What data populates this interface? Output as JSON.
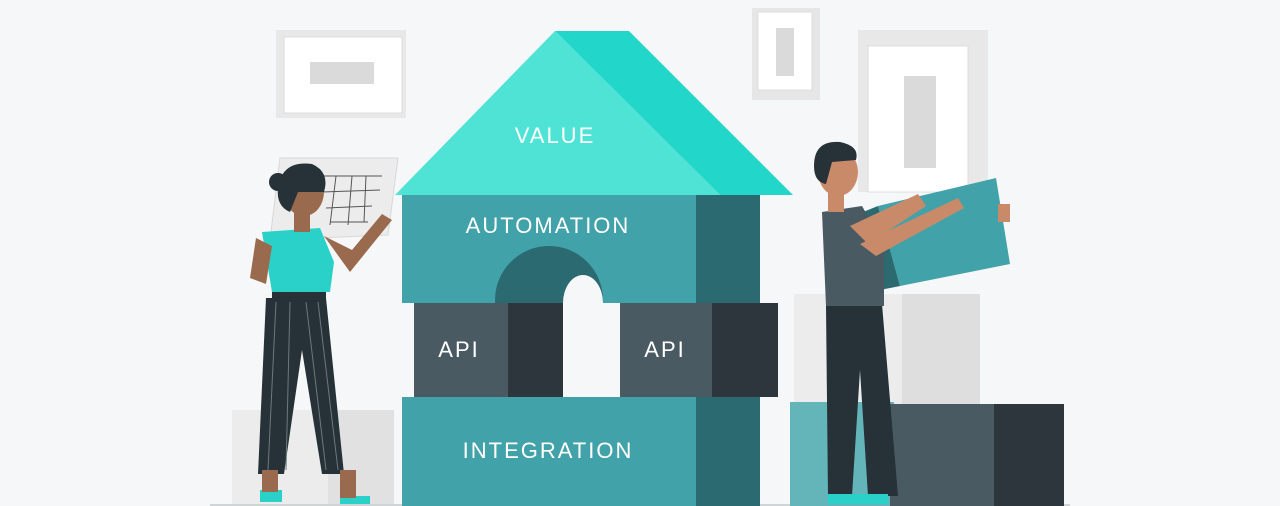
{
  "house": {
    "roof_label": "VALUE",
    "middle_label": "AUTOMATION",
    "api_left_label": "API",
    "api_right_label": "API",
    "base_label": "INTEGRATION"
  },
  "colors": {
    "background": "#f6f7f8",
    "roof_teal": "#4fe3d6",
    "block_teal": "#41a2a9",
    "block_teal_shadow": "#2a6a70",
    "api_slate": "#4a5a63",
    "api_slate_shadow": "#2d363c",
    "shirt_teal": "#2ad1c8",
    "dark_clothes": "#263238"
  }
}
